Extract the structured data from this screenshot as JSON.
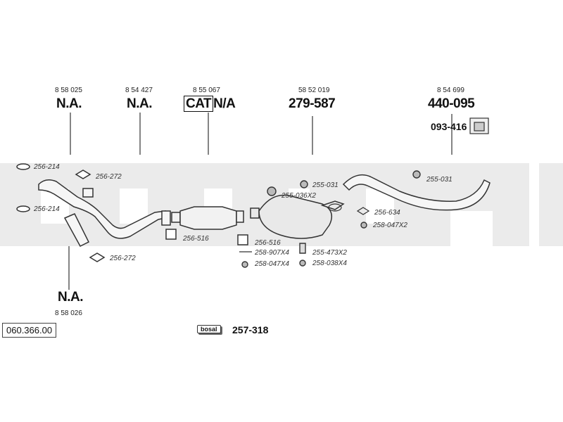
{
  "catalog_no": "060.366.00",
  "brand": "bosal",
  "assembly_code": "257-318",
  "parts": [
    {
      "id": "p1",
      "oe": "8 58 025",
      "code": "N.A."
    },
    {
      "id": "p2",
      "oe": "8 54 427",
      "code": "N.A."
    },
    {
      "id": "p3",
      "oe": "8 55 067",
      "cat": "CAT",
      "code": "N/A"
    },
    {
      "id": "p4",
      "oe": "58 52 019",
      "code": "279-587"
    },
    {
      "id": "p5",
      "oe": "8 54 699",
      "code": "440-095",
      "sub_code": "093-416"
    },
    {
      "id": "p6",
      "oe": "8 58 026",
      "code": "N.A."
    }
  ],
  "refs": [
    "256-214",
    "256-272",
    "256-214",
    "256-272",
    "256-516",
    "256-516",
    "258-907X4",
    "258-047X4",
    "255-031",
    "255-036X2",
    "255-473X2",
    "258-038X4",
    "255-031",
    "256-634",
    "258-047X2"
  ]
}
